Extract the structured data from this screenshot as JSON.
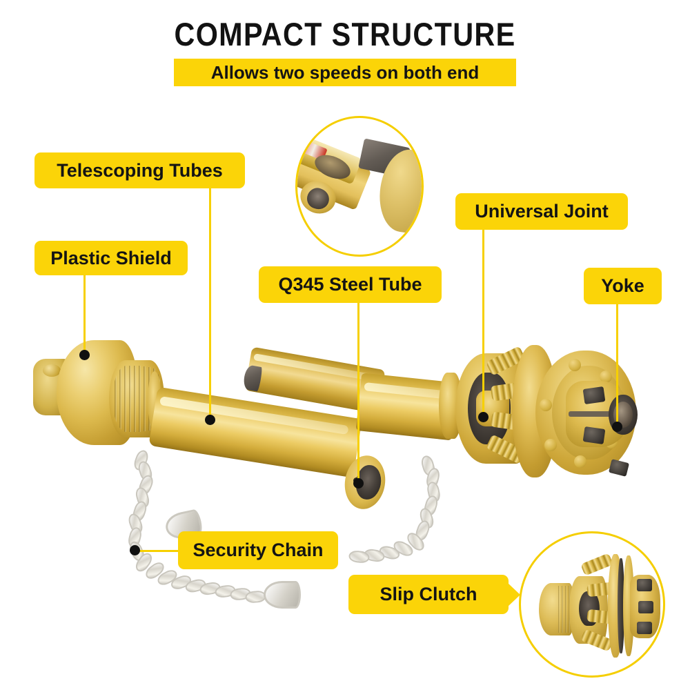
{
  "header": {
    "title": "COMPACT STRUCTURE",
    "subtitle": "Allows two speeds on both end"
  },
  "theme": {
    "label_bg": "#FBD408",
    "label_text": "#141414",
    "leader_line": "#F7D000",
    "marker_dot": "#101010",
    "inset_ring": "#F5CE00",
    "background": "#FFFFFF",
    "product_yellow": "#E0BD55"
  },
  "callouts": [
    {
      "id": "telescoping-tubes",
      "label": "Telescoping Tubes"
    },
    {
      "id": "plastic-shield",
      "label": "Plastic Shield"
    },
    {
      "id": "q345-steel-tube",
      "label": "Q345 Steel Tube"
    },
    {
      "id": "universal-joint",
      "label": "Universal Joint"
    },
    {
      "id": "yoke",
      "label": "Yoke"
    },
    {
      "id": "security-chain",
      "label": "Security Chain"
    },
    {
      "id": "slip-clutch",
      "label": "Slip Clutch"
    }
  ],
  "insets": [
    {
      "id": "tube-profile-inset",
      "caption": ""
    },
    {
      "id": "slip-clutch-inset",
      "caption": ""
    }
  ],
  "product": {
    "name": "PTO drive shaft",
    "icons": {
      "marker": "dot-marker",
      "pointer": "triangle-pointer-icon"
    }
  }
}
